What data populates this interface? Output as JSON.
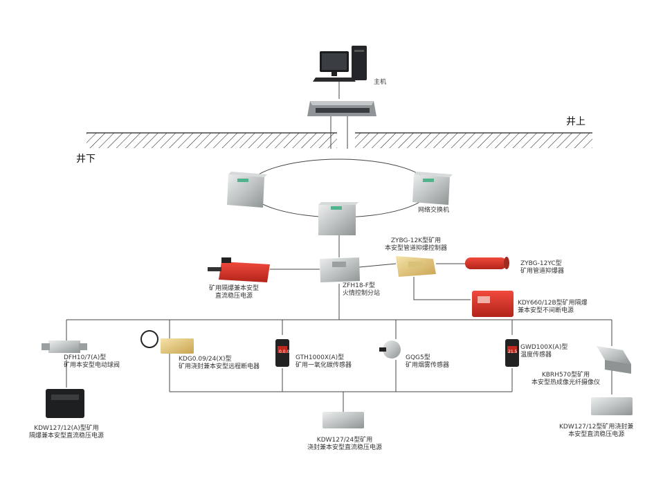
{
  "surface_label": "井上",
  "underground_label": "井下",
  "host_label": "主机",
  "ring_switch_label": "网络交换机",
  "substation": {
    "line1": "ZFH18-F型",
    "line2": "火情控制分站"
  },
  "pipe_controller": {
    "line1": "ZYBG-12K型矿用",
    "line2": "本安型管道抑爆控制器"
  },
  "pipe_suppressor": {
    "line1": "ZYBG-12YC型",
    "line2": "矿用管道抑爆器"
  },
  "dc_power_left": {
    "line1": "矿用隔爆兼本安型",
    "line2": "直流稳压电源"
  },
  "breaker_power": {
    "line1": "KDY660/12B型矿用隔爆",
    "line2": "兼本安型不间断电源"
  },
  "ball_valve": {
    "line1": "DFH10/7(A)型",
    "line2": "矿用本安型电动球阀"
  },
  "kdw12_left": {
    "line1": "KDW127/12(A)型矿用",
    "line2": "隔爆兼本安型直流稳压电源"
  },
  "remote_breaker": {
    "line1": "KDG0.09/24(X)型",
    "line2": "矿用浇封兼本安型远程断电器"
  },
  "co_sensor": {
    "line1": "GTH1000X(A)型",
    "line2": "矿用一氧化碳传感器",
    "display": "0.0.0"
  },
  "smoke_sensor": {
    "line1": "GQG5型",
    "line2": "矿用烟雾传感器"
  },
  "temp_sensor": {
    "line1": "GWD100X(A)型",
    "line2": "温度传感器",
    "display": "21.5"
  },
  "thermal_camera": {
    "line1": "KBRH570型矿用",
    "line2": "本安型热成像光纤摄像仪"
  },
  "kdw12_right": {
    "line1": "KDW127/12型矿用浇封兼",
    "line2": "本安型直流稳压电源"
  },
  "kdw24": {
    "line1": "KDW127/24型矿用",
    "line2": "浇封兼本安型直流稳压电源"
  }
}
